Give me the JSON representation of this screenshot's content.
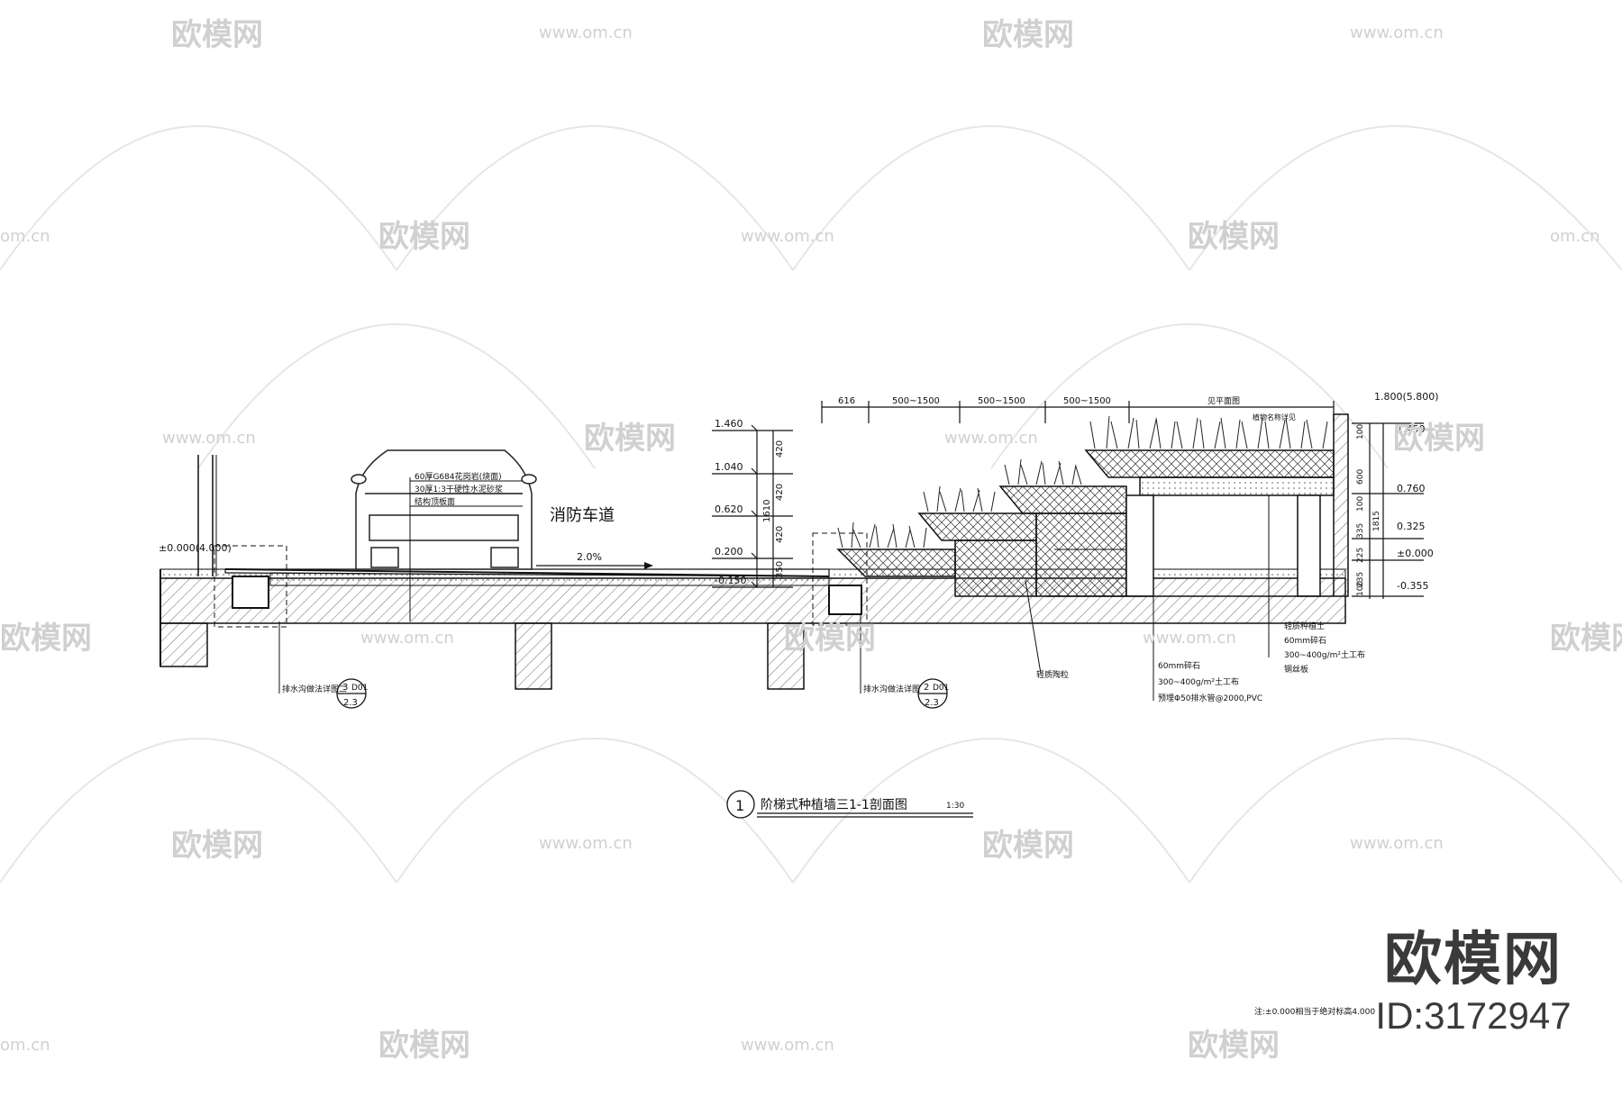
{
  "watermark": {
    "brand": "欧模网",
    "url": "www.om.cn",
    "url_short": "om.cn",
    "id_label": "ID:3172947"
  },
  "drawing": {
    "title_number": "1",
    "title": "阶梯式种植墙三1-1剖面图",
    "scale": "1:30",
    "road_label": "消防车道",
    "slope": "2.0%",
    "origin_level": "±0.000(4.000)",
    "car_layers": [
      "60厚G684花岗岩(烧面)",
      "30厚1:3干硬性水泥砂浆",
      "结构顶板面"
    ],
    "left_levels": [
      "1.460",
      "1.040",
      "0.620",
      "0.200",
      "-0.150"
    ],
    "left_dims": [
      "420",
      "420",
      "420",
      "350",
      "1610"
    ],
    "top_dims": [
      "616",
      "500~1500",
      "500~1500",
      "500~1500",
      "见平面图"
    ],
    "right_levels": [
      "1.800(5.800)",
      "1.450",
      "0.760",
      "0.325",
      "±0.000",
      "-0.355"
    ],
    "right_dims": [
      "100",
      "600",
      "100",
      "335",
      "225",
      "235",
      "100",
      "1815"
    ],
    "plant_label": "植物名称详见",
    "callouts": [
      {
        "text": "排水沟做法详图二",
        "num": "3",
        "sheet": "D01",
        "sub": "2.3"
      },
      {
        "text": "排水沟做法详图",
        "num": "2",
        "sheet": "D01",
        "sub": "2.3"
      }
    ],
    "notes": [
      "轻质种植土",
      "60mm碎石",
      "300~400g/m²土工布",
      "钢丝板",
      "轻质陶粒",
      "60mm碎石",
      "300~400g/m²土工布",
      "预埋Φ50排水管@2000,PVC"
    ],
    "footnote": "注:±0.000相当于绝对标高4.000"
  }
}
